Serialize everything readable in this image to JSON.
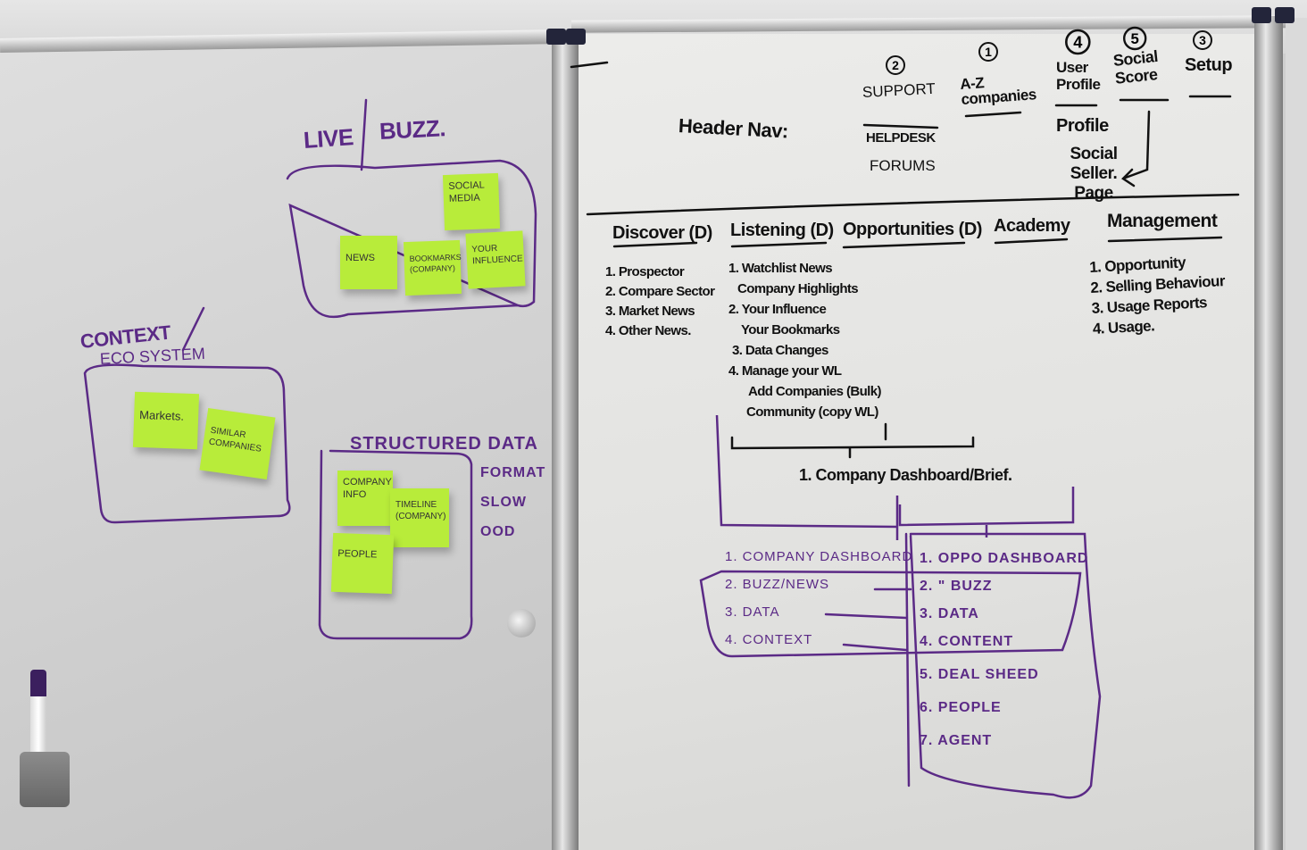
{
  "left_board": {
    "live_buzz": {
      "title_live": "LIVE",
      "title_buzz": "BUZZ.",
      "stickies": [
        "SOCIAL MEDIA",
        "NEWS",
        "BOOKMARKS (COMPANY)",
        "YOUR INFLUENCE"
      ]
    },
    "context": {
      "title_line1": "CONTEXT",
      "title_line2": "ECO SYSTEM",
      "stickies": [
        "Markets.",
        "SIMILAR COMPANIES"
      ]
    },
    "structured": {
      "title": "STRUCTURED DATA",
      "notes": [
        "FORMAT",
        "SLOW",
        "OOD"
      ],
      "stickies": [
        "COMPANY INFO",
        "TIMELINE (COMPANY)",
        "PEOPLE"
      ]
    }
  },
  "right_board": {
    "header_nav_label": "Header Nav:",
    "header_items": [
      {
        "num": "2",
        "label": "SUPPORT",
        "children": [
          "HELPDESK",
          "FORUMS"
        ]
      },
      {
        "num": "1",
        "label": "A-Z companies",
        "children": []
      },
      {
        "num": "4",
        "label": "User Profile",
        "children": [
          "Profile",
          "Social Seller. Page"
        ]
      },
      {
        "num": "5",
        "label": "Social Score",
        "children": []
      },
      {
        "num": "3",
        "label": "Setup",
        "children": []
      }
    ],
    "main_nav": [
      {
        "label": "Discover (D)",
        "items": [
          "1. Prospector",
          "2. Compare Sector",
          "3. Market News",
          "4. Other News."
        ]
      },
      {
        "label": "Listening (D)",
        "items": [
          "1. Watchlist News",
          "Company Highlights",
          "2. Your Influence",
          "Your Bookmarks",
          "3. Data Changes",
          "4. Manage your WL",
          "Add Companies (Bulk)",
          "Community (copy WL)"
        ]
      },
      {
        "label": "Opportunities (D)",
        "items": []
      },
      {
        "label": "Academy",
        "items": []
      },
      {
        "label": "Management",
        "items": [
          "1. Opportunity",
          "2. Selling Behaviour",
          "3. Usage Reports",
          "4. Usage."
        ]
      }
    ],
    "dashboard_label": "1. Company Dashboard/Brief.",
    "company_dashboard": [
      "1. COMPANY DASHBOARD",
      "2. BUZZ/NEWS",
      "3. DATA",
      "4. CONTEXT"
    ],
    "oppo_dashboard": [
      "1. OPPO DASHBOARD",
      "2. \" BUZZ",
      "3. DATA",
      "4. CONTENT",
      "5. DEAL SHEED",
      "6. PEOPLE",
      "7. AGENT"
    ]
  },
  "colors": {
    "purple_ink": "#5b2a86",
    "black_ink": "#111111",
    "sticky": "#b8ec3a"
  }
}
